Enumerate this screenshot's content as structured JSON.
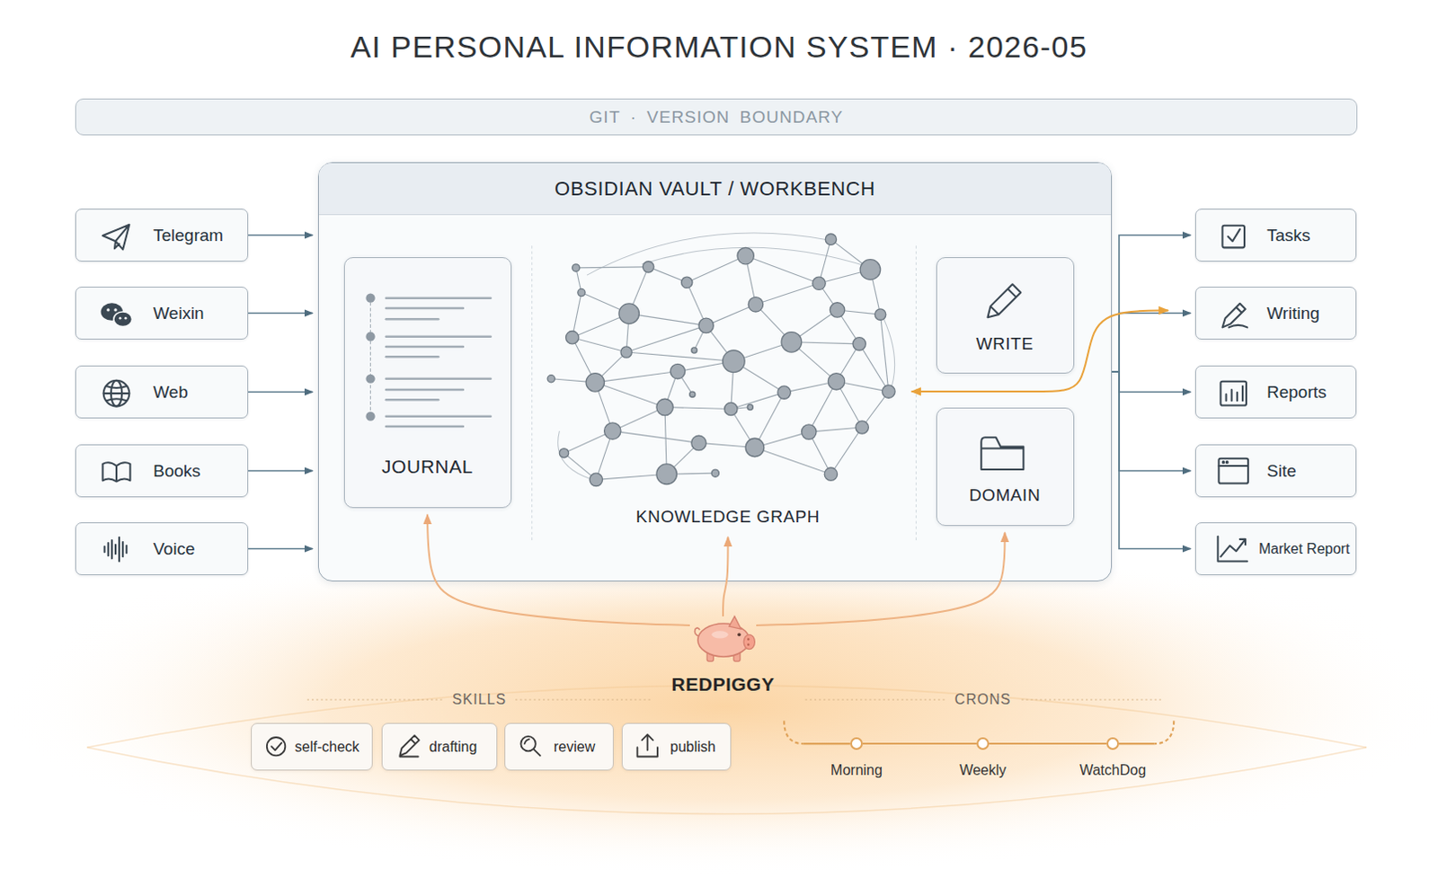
{
  "diagram": {
    "title": "AI PERSONAL INFORMATION SYSTEM · 2026-05",
    "nodes": [
      {
        "text": [
          "GIT · VERSION BOUNDARY"
        ]
      },
      {
        "text": [
          "Telegram"
        ]
      },
      {
        "text": [
          "Weixin"
        ]
      },
      {
        "text": [
          "Web"
        ]
      },
      {
        "text": [
          "Books"
        ]
      },
      {
        "text": [
          "Voice"
        ]
      },
      {
        "text": [
          "OBSIDIAN VAULT / WORKBENCH"
        ]
      },
      {
        "text": [
          "JOURNAL"
        ],
        "in": 6
      },
      {
        "text": [
          "KNOWLEDGE GRAPH"
        ],
        "in": 6
      },
      {
        "text": [
          "WRITE"
        ],
        "in": 6
      },
      {
        "text": [
          "DOMAIN"
        ],
        "in": 6
      },
      {
        "text": [
          "Tasks"
        ]
      },
      {
        "text": [
          "Writing"
        ]
      },
      {
        "text": [
          "Reports"
        ]
      },
      {
        "text": [
          "Site"
        ]
      },
      {
        "text": [
          "Market Report"
        ]
      },
      {
        "text": [
          "REDPIGGY"
        ]
      },
      {
        "text": [
          "self-check"
        ]
      },
      {
        "text": [
          "drafting"
        ]
      },
      {
        "text": [
          "review"
        ]
      },
      {
        "text": [
          "publish"
        ]
      },
      {
        "text": [
          "Morning"
        ]
      },
      {
        "text": [
          "Weekly"
        ]
      },
      {
        "text": [
          "WatchDog"
        ]
      }
    ],
    "edges": [
      {
        "from": 1,
        "to": 6,
        "arrow": "to"
      },
      {
        "from": 2,
        "to": 6,
        "arrow": "to"
      },
      {
        "from": 3,
        "to": 6,
        "arrow": "to"
      },
      {
        "from": 4,
        "to": 6,
        "arrow": "to"
      },
      {
        "from": 5,
        "to": 6,
        "arrow": "to"
      },
      {
        "from": 6,
        "to": 11,
        "arrow": "to"
      },
      {
        "from": 6,
        "to": 12,
        "arrow": "to"
      },
      {
        "from": 6,
        "to": 13,
        "arrow": "to"
      },
      {
        "from": 6,
        "to": 14,
        "arrow": "to"
      },
      {
        "from": 6,
        "to": 15,
        "arrow": "to"
      },
      {
        "from": 12,
        "to": 8,
        "arrow": "both"
      },
      {
        "from": 16,
        "to": 7,
        "arrow": "to"
      },
      {
        "from": 16,
        "to": 8,
        "arrow": "to"
      },
      {
        "from": 16,
        "to": 10,
        "arrow": "to"
      },
      {
        "from": 21,
        "to": 22,
        "arrow": "none"
      },
      {
        "from": 22,
        "to": 23,
        "arrow": "none"
      }
    ],
    "labels": [
      "SKILLS",
      "CRONS"
    ]
  }
}
